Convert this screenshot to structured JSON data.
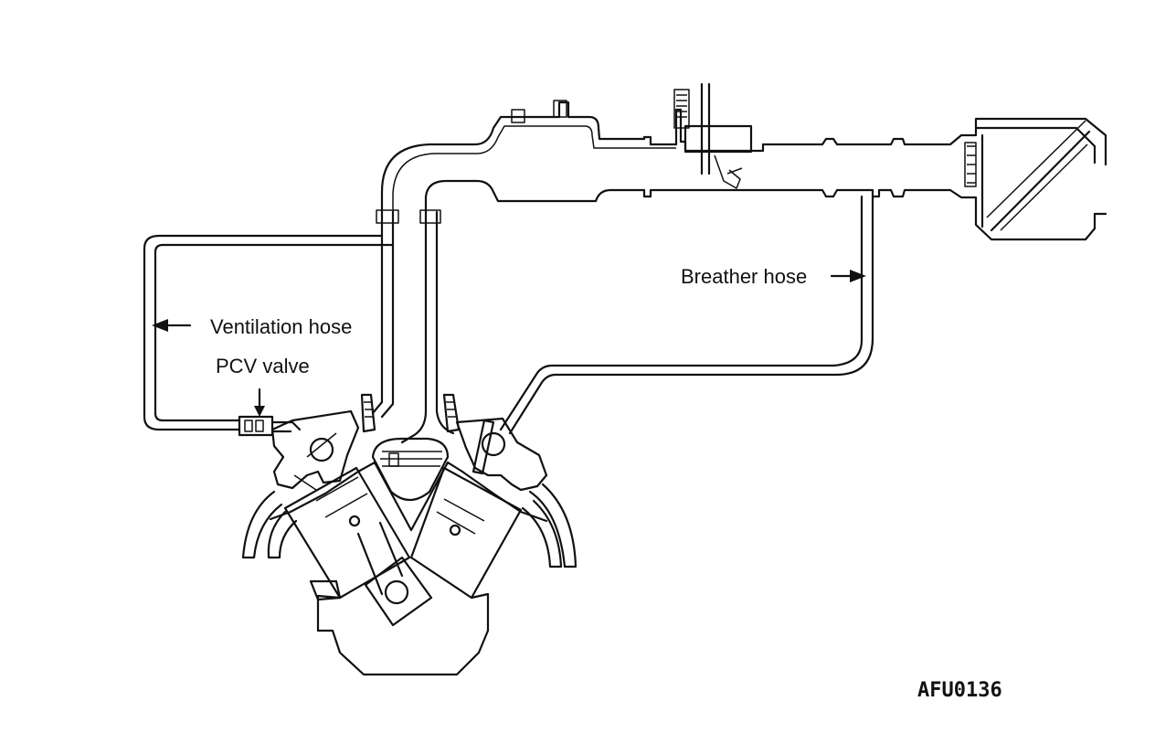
{
  "labels": {
    "ventilation_hose": "Ventilation hose",
    "pcv_valve": "PCV valve",
    "breather_hose": "Breather hose",
    "figure_code": "AFU0136"
  },
  "colors": {
    "line": "#111111",
    "background": "#ffffff"
  }
}
